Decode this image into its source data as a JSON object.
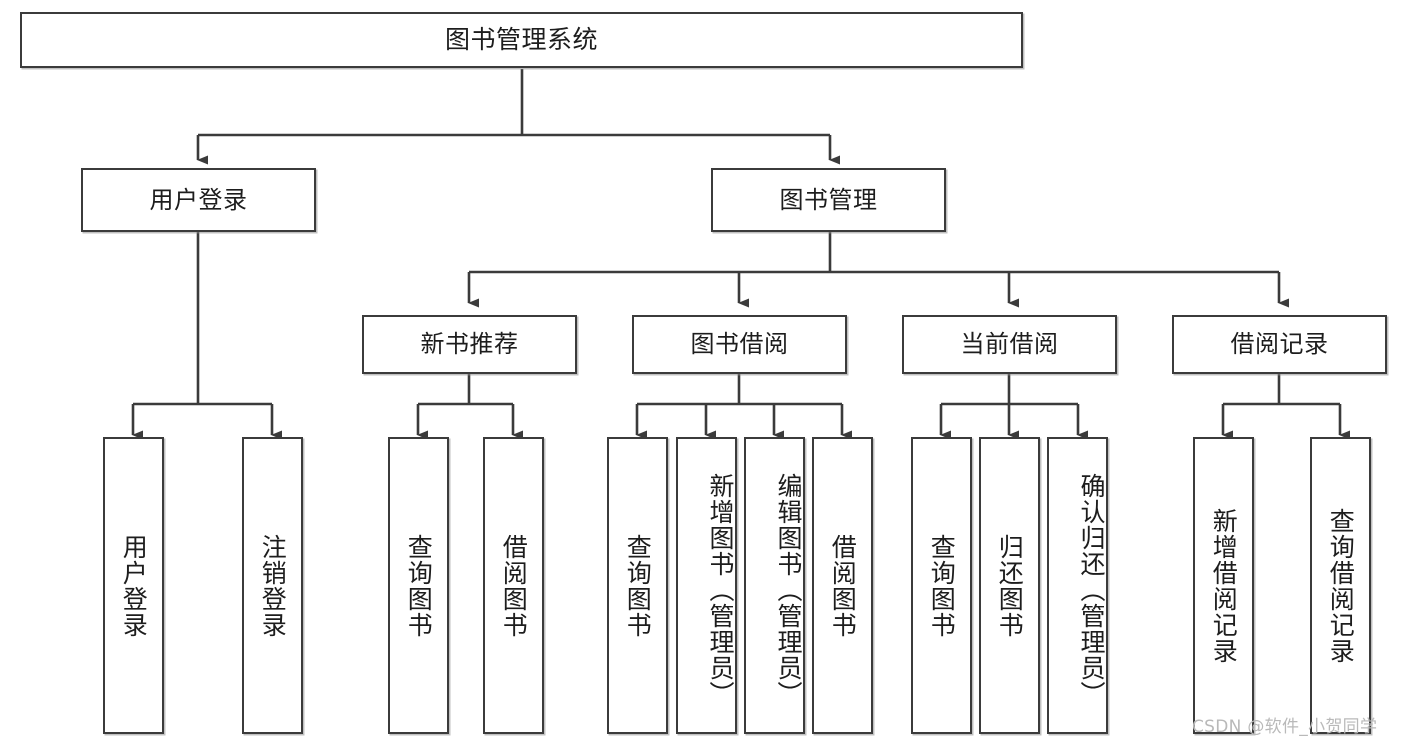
{
  "diagram": {
    "title": "图书管理系统",
    "type": "hierarchy-tree",
    "watermark": "CSDN @软件_小贺同学",
    "colors": {
      "box_border": "#3b3b3b",
      "box_fill": "#ffffff",
      "connector": "#3b3b3b",
      "text": "#1d1d1d",
      "watermark": "#b9b9b9"
    },
    "levels": {
      "level1": {
        "root": {
          "label": "图书管理系统"
        }
      },
      "level2": [
        {
          "label": "用户登录"
        },
        {
          "label": "图书管理"
        }
      ],
      "level3": [
        {
          "label": "新书推荐"
        },
        {
          "label": "图书借阅"
        },
        {
          "label": "当前借阅"
        },
        {
          "label": "借阅记录"
        }
      ],
      "level4": {
        "user_login_children": [
          {
            "label": "用户登录"
          },
          {
            "label": "注销登录"
          }
        ],
        "new_book_children": [
          {
            "label": "查询图书"
          },
          {
            "label": "借阅图书"
          }
        ],
        "book_borrow_children": [
          {
            "label": "查询图书"
          },
          {
            "label": "新增图书（管理员）"
          },
          {
            "label": "编辑图书（管理员）"
          },
          {
            "label": "借阅图书"
          }
        ],
        "current_borrow_children": [
          {
            "label": "查询图书"
          },
          {
            "label": "归还图书"
          },
          {
            "label": "确认归还（管理员）"
          }
        ],
        "borrow_record_children": [
          {
            "label": "新增借阅记录"
          },
          {
            "label": "查询借阅记录"
          }
        ]
      }
    }
  }
}
